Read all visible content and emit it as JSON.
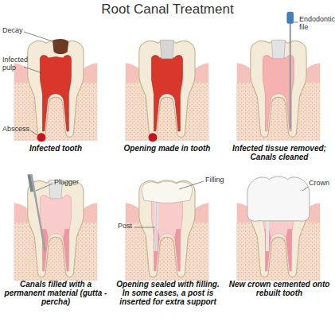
{
  "diagram": {
    "title": "Root Canal Treatment",
    "labels": [
      "Decay",
      "Infected pulp",
      "Abscess",
      "Endodontic file",
      "Infected tooth",
      "Opening made in tooth",
      "Infected tissue removed; Canals cleaned",
      "Plugger",
      "Canals filled with a permanent material (gutta - percha)",
      "Filling",
      "Post",
      "Opening sealed with filling. In some cases, a post is inserted for extra support",
      "Crown",
      "New crown cemented onto rebuilt tooth"
    ]
  }
}
